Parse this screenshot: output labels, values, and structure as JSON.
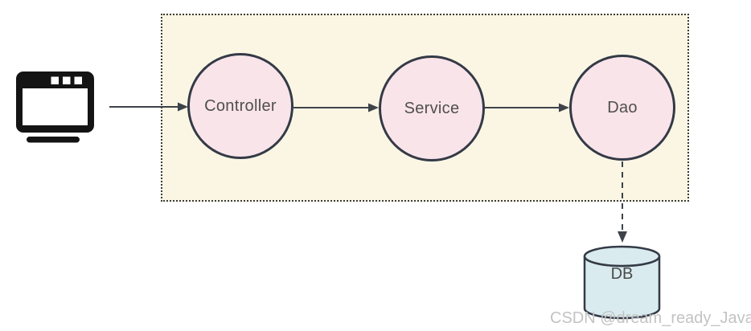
{
  "diagram": {
    "client": {
      "icon": "browser-window-icon"
    },
    "nodes": [
      {
        "id": "controller",
        "label": "Controller"
      },
      {
        "id": "service",
        "label": "Service"
      },
      {
        "id": "dao",
        "label": "Dao"
      }
    ],
    "database": {
      "label": "DB"
    },
    "edges": [
      {
        "from": "client",
        "to": "controller",
        "style": "solid-arrow"
      },
      {
        "from": "controller",
        "to": "service",
        "style": "solid-arrow"
      },
      {
        "from": "service",
        "to": "dao",
        "style": "solid-arrow"
      },
      {
        "from": "dao",
        "to": "db",
        "style": "dashed-arrow"
      }
    ],
    "watermark": "CSDN @dream_ready_Java",
    "colors": {
      "layer_box_bg": "#FBF6E4",
      "layer_box_border": "#3B3B3B",
      "node_fill": "#F9E4EA",
      "node_stroke": "#343A46",
      "node_text": "#4F4F4F",
      "db_fill": "#D9EBEE",
      "db_stroke": "#343A46",
      "arrow": "#3E4249",
      "client_icon": "#141414",
      "watermark_text": "#C3C3C3"
    }
  }
}
